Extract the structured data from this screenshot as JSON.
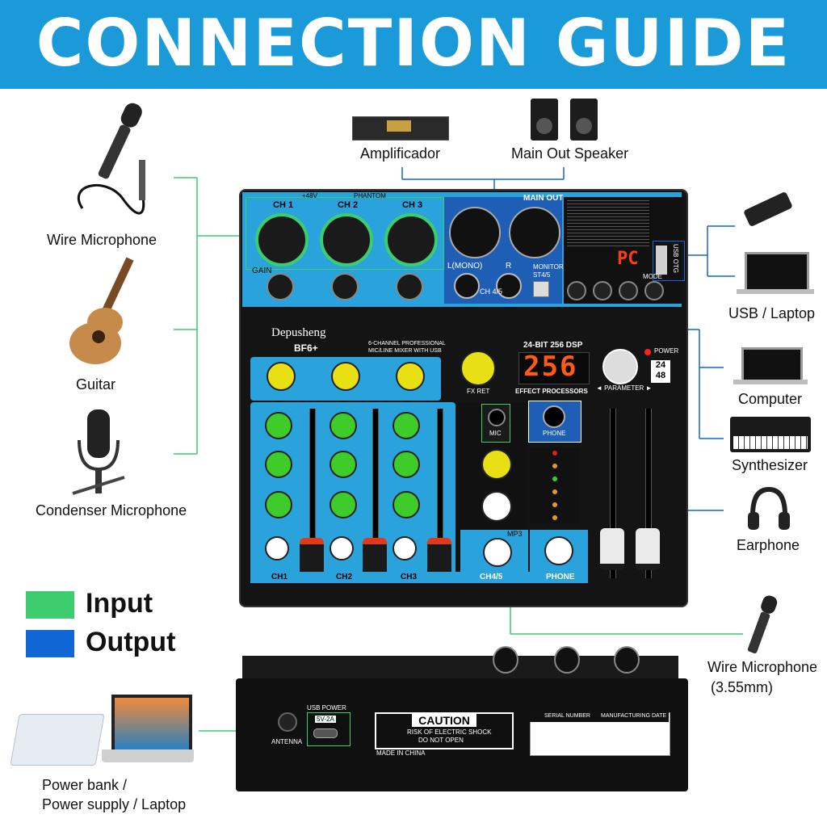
{
  "banner": {
    "title": "CONNECTION GUIDE",
    "color": "#1a9ad9"
  },
  "inputs_left": [
    {
      "label": "Wire Microphone",
      "icon": "handheld-microphone-icon"
    },
    {
      "label": "Guitar",
      "icon": "acoustic-guitar-icon"
    },
    {
      "label": "Condenser Microphone",
      "icon": "condenser-microphone-icon"
    }
  ],
  "outputs_top": [
    {
      "label": "Amplificador",
      "icon": "amplifier-icon"
    },
    {
      "label": "Main Out Speaker",
      "icon": "speaker-icon"
    }
  ],
  "right_devices": [
    {
      "label": "USB / Laptop",
      "icon": "usb-drive-laptop-icon"
    },
    {
      "label": "Computer",
      "icon": "laptop-icon"
    },
    {
      "label": "Synthesizer",
      "icon": "keyboard-synth-icon"
    },
    {
      "label": "Earphone",
      "icon": "headphones-icon"
    },
    {
      "label": "Wire Microphone",
      "sublabel": "(3.55mm)",
      "icon": "handheld-microphone-icon"
    }
  ],
  "bottom_left": {
    "label_line1": "Power bank /",
    "label_line2": "Power supply / Laptop",
    "icon": "powerbank-laptop-icon"
  },
  "legend": [
    {
      "label": "Input",
      "color": "#3dcc6e"
    },
    {
      "label": "Output",
      "color": "#1166d6"
    }
  ],
  "mixer": {
    "brand": "Depusheng",
    "model": "BF6+",
    "desc_line1": "6-CHANNEL PROFESSIONAL",
    "desc_line2": "MIC/LINE MIXER WITH USB",
    "dsp_title": "24-BIT 256 DSP",
    "dsp_display": "256",
    "usb_display": "PC",
    "effect_label": "EFFECT PROCESSORS",
    "power_label": "POWER",
    "parameter_label": "◄ PARAMETER ►",
    "fx_ret_label": "FX RET",
    "mic_label": "MIC",
    "phone_label": "PHONE",
    "mp3_label": "MP3",
    "main_out_label": "MAIN OUT",
    "mono_label": "L(MONO)",
    "r_label": "R",
    "monitor_label": "MONITOR",
    "st_label": "ST4/5",
    "mode_label": "MODE",
    "usb_otg_label": "USB OTG",
    "phantom_label": "PHANTOM",
    "plus48_label": "+48V",
    "gain_label": "GAIN",
    "ch45_label": "CH 4/5",
    "badge_24": "24",
    "badge_48": "48",
    "channels": [
      "CH 1",
      "CH 2",
      "CH 3"
    ],
    "bottom_channels": [
      "CH1",
      "CH2",
      "CH3",
      "CH4/5",
      "PHONE"
    ]
  },
  "back_panel": {
    "usb_power": "USB POWER",
    "voltage": "5V-2A",
    "antenna": "ANTENNA",
    "caution": "CAUTION",
    "caution_line1": "RISK OF ELECTRIC SHOCK",
    "caution_line2": "DO NOT OPEN",
    "made_in": "MADE IN CHINA",
    "serial": "SERIAL NUMBER",
    "mfg_date": "MANUFACTURING DATE"
  }
}
